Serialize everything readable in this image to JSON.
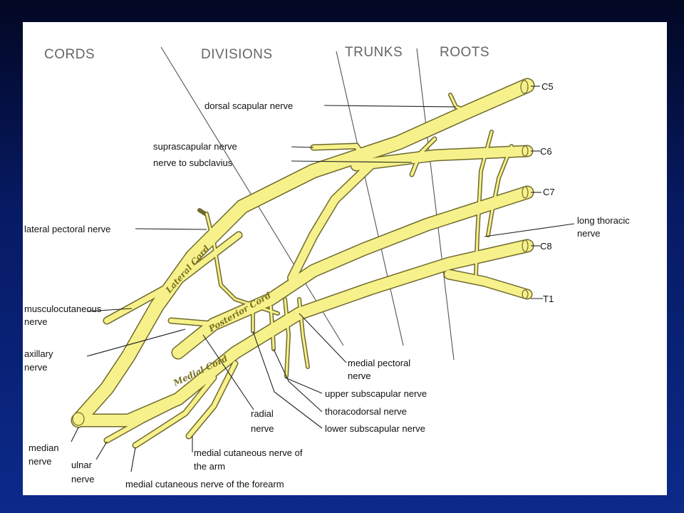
{
  "headers": {
    "cords": "CORDS",
    "divisions": "DIVISIONS",
    "trunks": "TRUNKS",
    "roots": "ROOTS"
  },
  "roots": {
    "c5": "C5",
    "c6": "C6",
    "c7": "C7",
    "c8": "C8",
    "t1": "T1"
  },
  "cord_labels": {
    "lateral": "Lateral Cord",
    "posterior": "Posterior Cord",
    "medial": "Medial Cord"
  },
  "labels": {
    "dorsal_scapular": "dorsal scapular nerve",
    "suprascapular": "suprascapular nerve",
    "nerve_to_subclavius": "nerve to subclavius",
    "lateral_pectoral": "lateral pectoral nerve",
    "long_thoracic_1": "long thoracic",
    "long_thoracic_2": "nerve",
    "musculocutaneous_1": "musculocutaneous",
    "musculocutaneous_2": "nerve",
    "axillary_1": "axillary",
    "axillary_2": "nerve",
    "medial_pectoral_1": "medial pectoral",
    "medial_pectoral_2": "nerve",
    "upper_subscapular": "upper subscapular nerve",
    "thoracodorsal": "thoracodorsal nerve",
    "lower_subscapular": "lower subscapular nerve",
    "radial_1": "radial",
    "radial_2": "nerve",
    "median_1": "median",
    "median_2": "nerve",
    "ulnar_1": "ulnar",
    "ulnar_2": "nerve",
    "med_cut_arm_1": "medial cutaneous nerve of",
    "med_cut_arm_2": "the arm",
    "med_cut_forearm": "medial cutaneous nerve of the forearm"
  },
  "colors": {
    "background": "#0b2a8a",
    "panel": "#ffffff",
    "nerve_fill": "#f6f18a",
    "nerve_edge": "#6f6a2e",
    "label_text": "#111111",
    "header_text": "#666666"
  }
}
